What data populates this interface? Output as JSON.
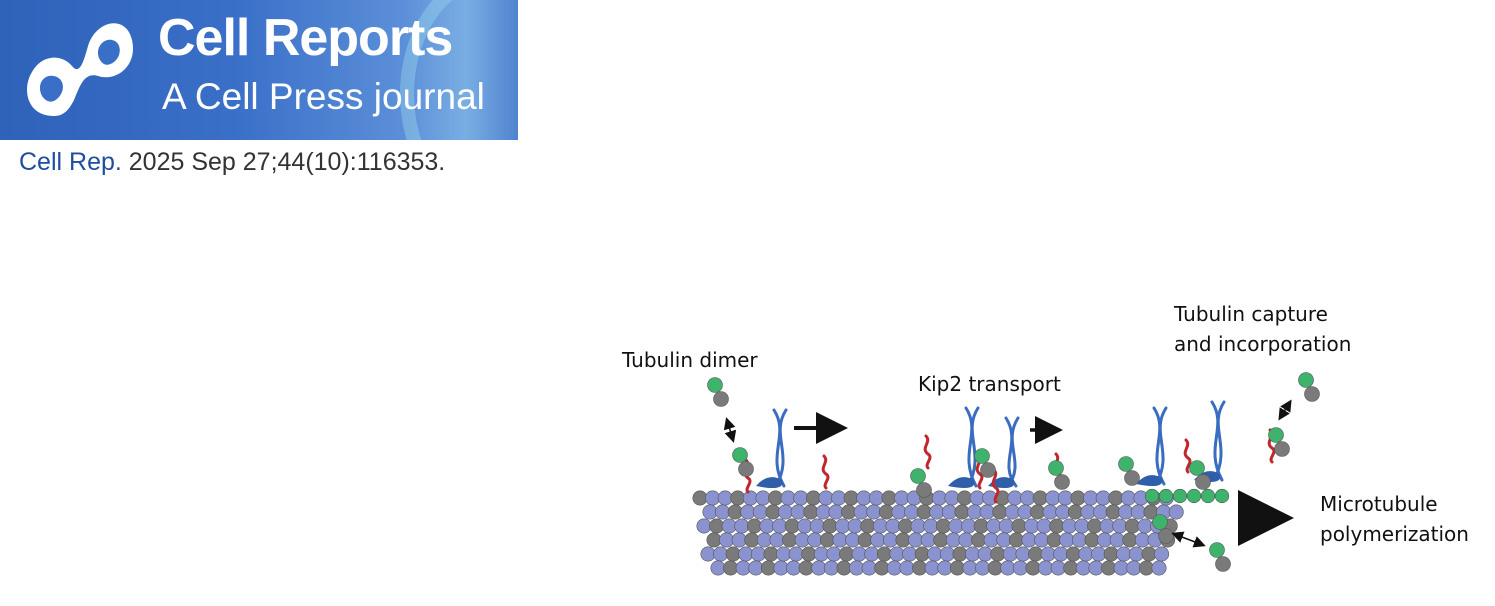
{
  "header": {
    "journal_title": "Cell Reports",
    "journal_subtitle": "A Cell Press journal",
    "brand_color": "#3468c0",
    "logo_icon": "cell-press-logo-icon"
  },
  "citation": {
    "journal": "Cell Rep.",
    "details": "2025 Sep 27;44(10):116353."
  },
  "diagram": {
    "labels": {
      "tubulin_dimer": "Tubulin dimer",
      "kip2_transport": "Kip2 transport",
      "capture_line1": "Tubulin capture",
      "capture_line2": "and incorporation",
      "polymer_line1": "Microtubule",
      "polymer_line2": "polymerization"
    },
    "colors": {
      "alpha_tubulin": "#8a93cf",
      "beta_tubulin": "#7a7a7a",
      "free_tubulin_green": "#3db36b",
      "kip2_motor": "#2f5faa",
      "kip2_stalk": "#3a6dc0",
      "kip2_tail": "#c0272d",
      "arrow": "#111111"
    }
  }
}
